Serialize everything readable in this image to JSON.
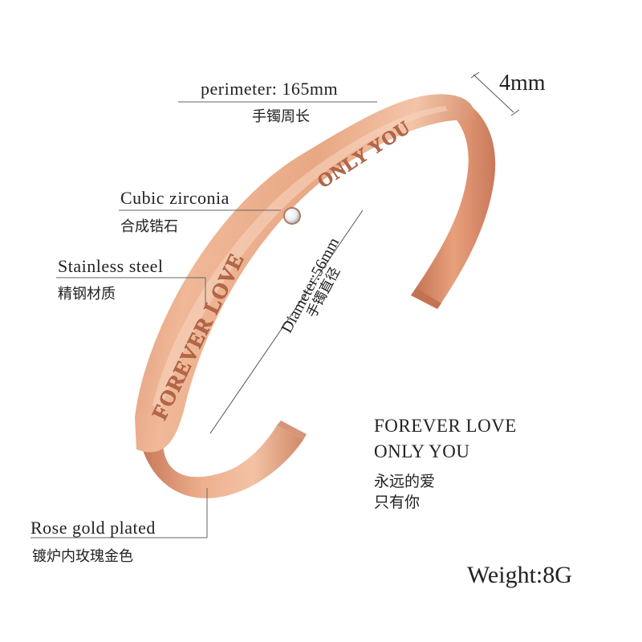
{
  "annotations": {
    "perimeter_en": "perimeter: 165mm",
    "perimeter_zh": "手镯周长",
    "width": "4mm",
    "zirconia_en": "Cubic zirconia",
    "zirconia_zh": "合成锆石",
    "steel_en": "Stainless steel",
    "steel_zh": "精钢材质",
    "diameter_en": "Diameter:56mm",
    "diameter_zh": "手镯直径",
    "plating_en": "Rose gold plated",
    "plating_zh": "镀炉内玫瑰金色"
  },
  "engraving": {
    "left": "FOREVER LOVE",
    "right": "ONLY YOU"
  },
  "slogan": {
    "line1": "FOREVER LOVE",
    "line2": "ONLY YOU",
    "line3": "永远的爱",
    "line4": "只有你"
  },
  "weight": "Weight:8G",
  "colors": {
    "rose_gold": "#e8a884",
    "rose_gold_dark": "#b86a4c",
    "rose_gold_light": "#f6d2bc",
    "engrave": "#a95c40"
  }
}
